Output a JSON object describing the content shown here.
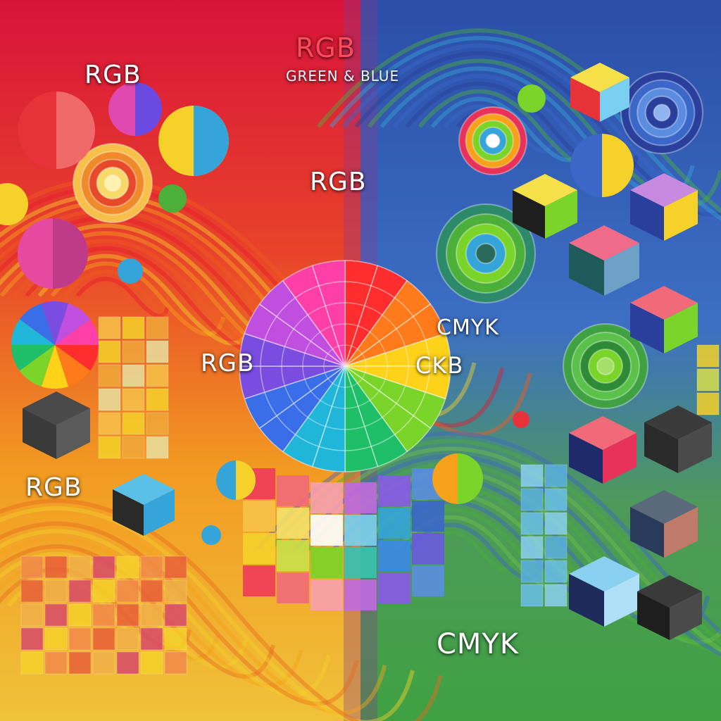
{
  "labels": {
    "rgb_top": "RGB",
    "green_blue": "GREEN & BLUE",
    "rgb_left": "RGB",
    "rgb_middle": "RGB",
    "rgb_wheel": "RGB",
    "rgb_lower_left": "RGB",
    "cmyk_middle": "CMYK",
    "ckb": "CKB",
    "cmyk_bottom": "CMYK"
  },
  "palette": {
    "warm": [
      "#e8192c",
      "#f25c1f",
      "#f7a21b",
      "#f5d12a"
    ],
    "cool": [
      "#2a3f9c",
      "#3b67c9",
      "#35a4d8",
      "#4caf3a"
    ],
    "wheel": [
      "#ff2d2d",
      "#ff7a1a",
      "#ffd21a",
      "#7bd42a",
      "#1fbf6a",
      "#1fb6d9",
      "#3a6ee8",
      "#7a4de0",
      "#c04fe0",
      "#ff3fa8"
    ]
  },
  "icons": [
    "color-wheel-icon",
    "color-cube-icon",
    "swatch-grid-icon",
    "spiral-icon"
  ]
}
